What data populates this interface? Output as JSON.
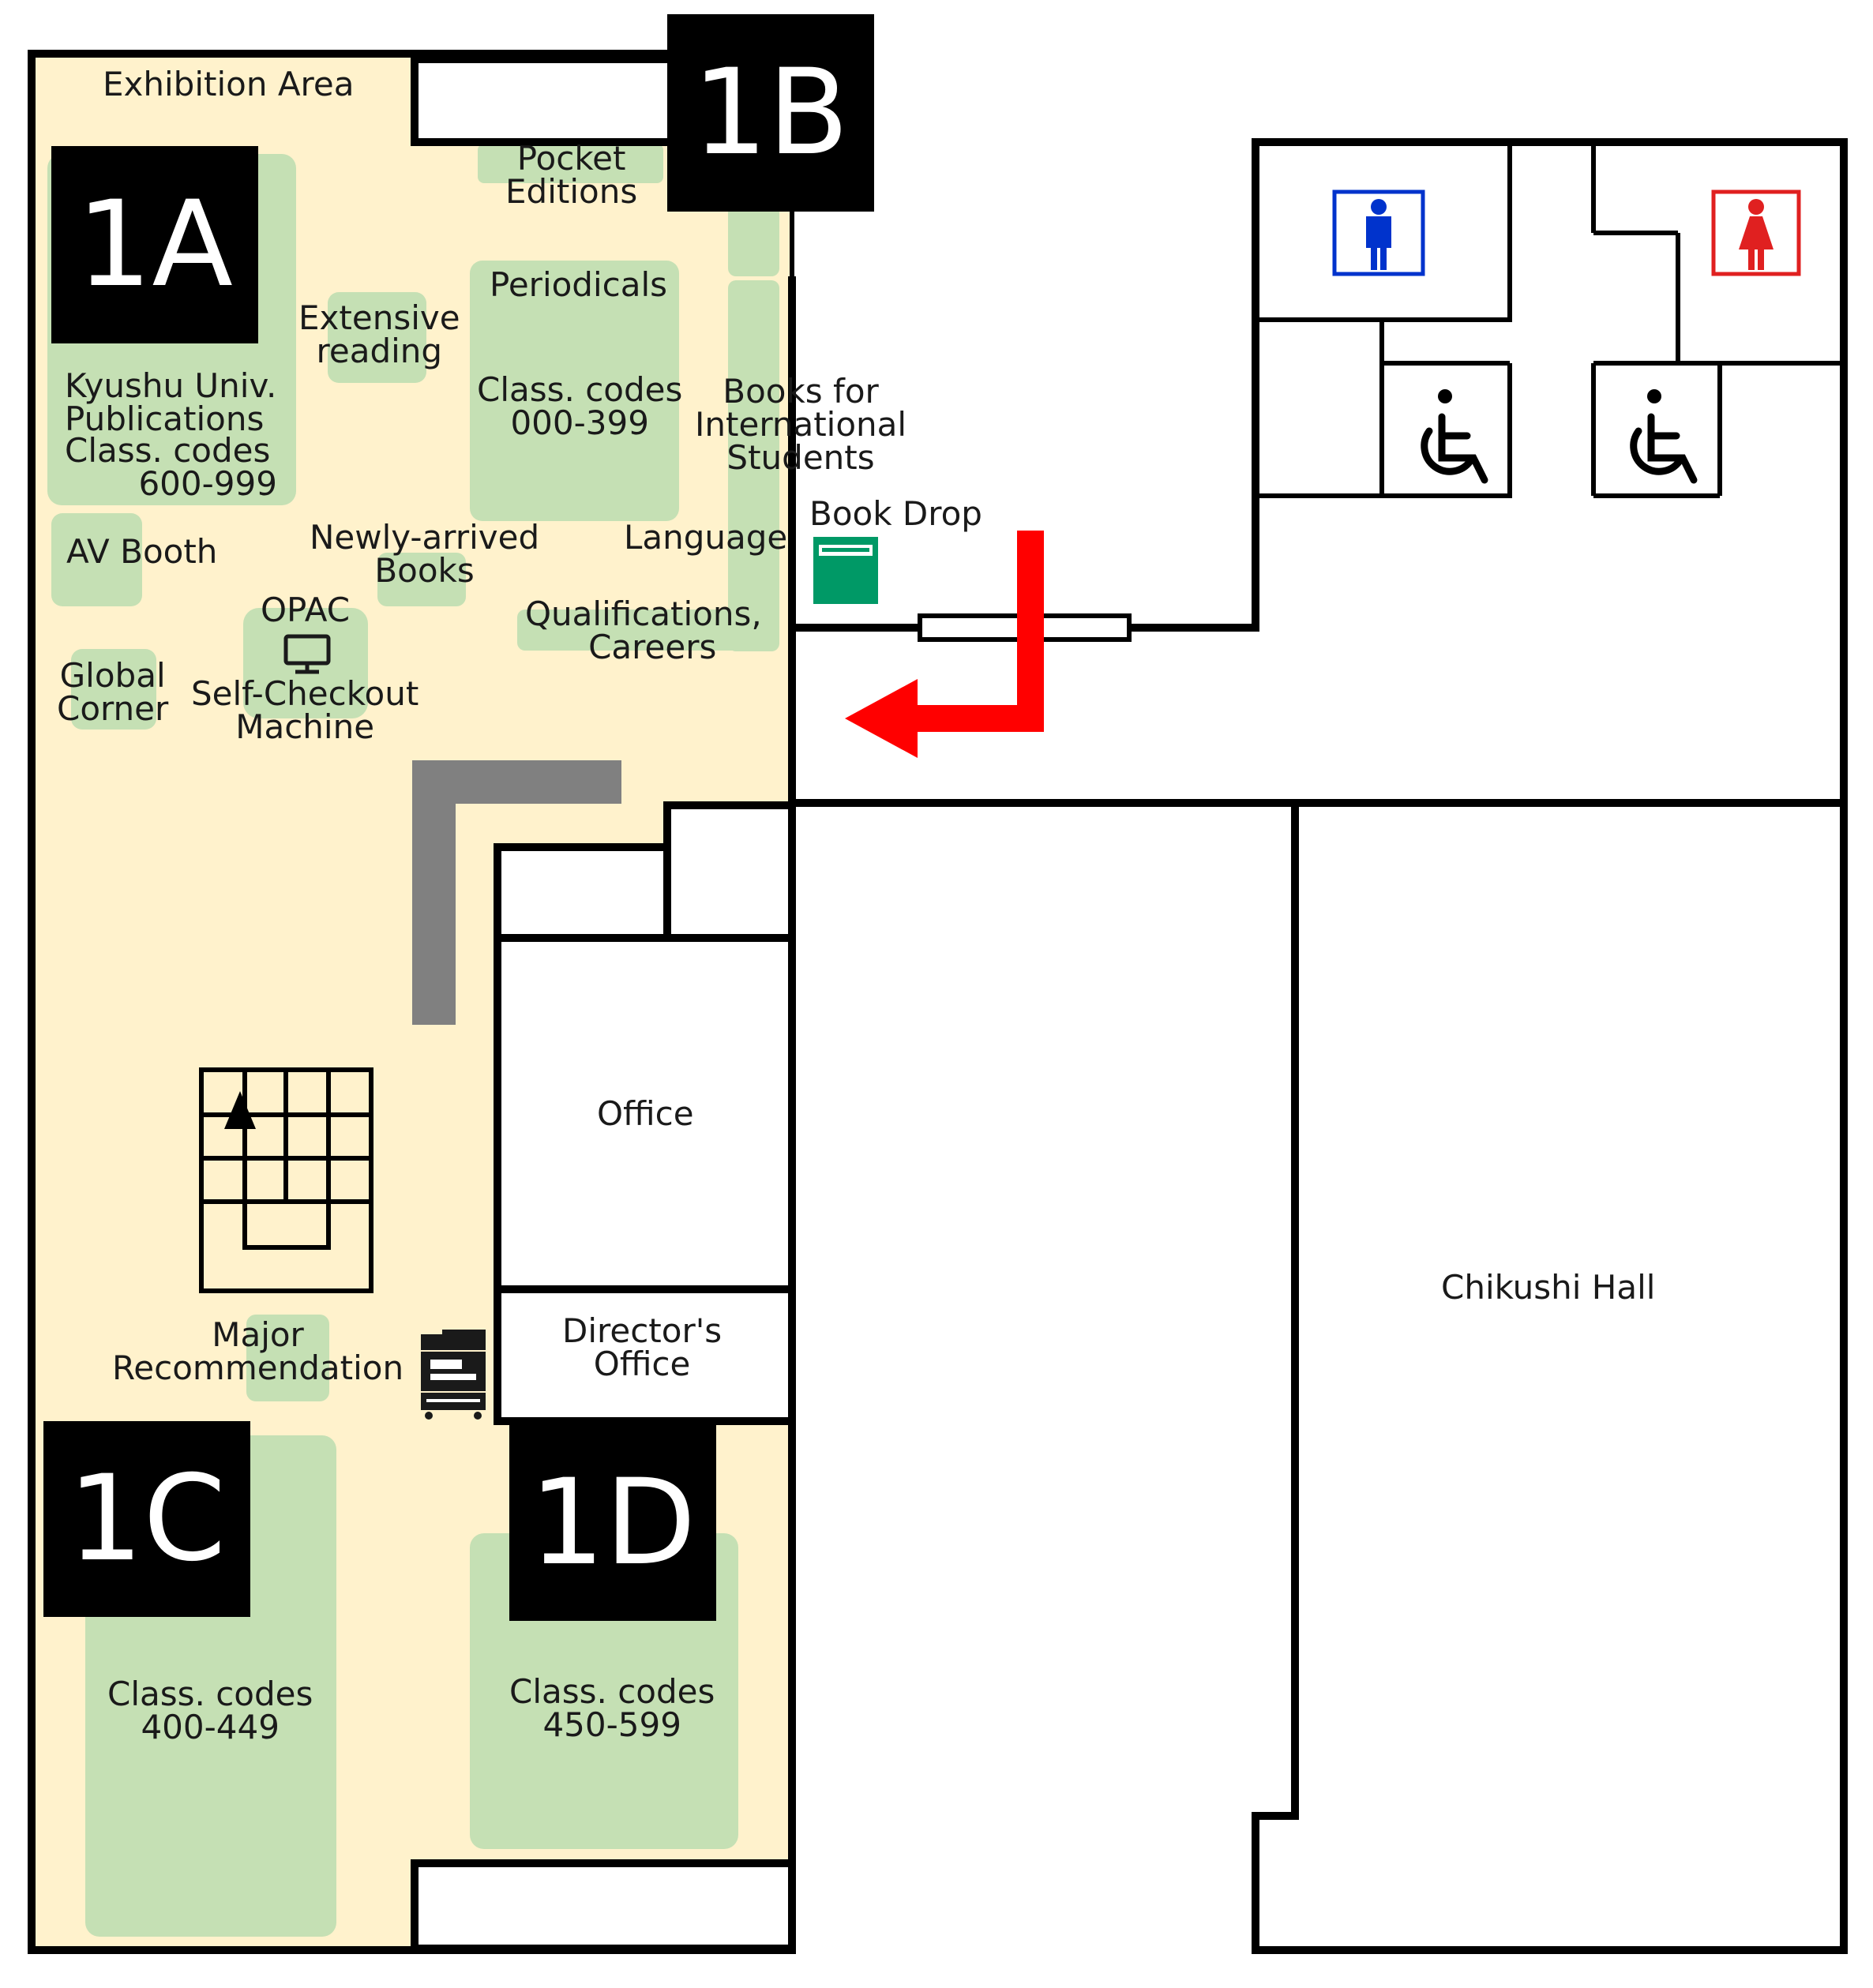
{
  "zones": {
    "zone_1a": "1A",
    "zone_1b": "1B",
    "zone_1c": "1C",
    "zone_1d": "1D"
  },
  "labels": {
    "exhibition_area": "Exhibition Area",
    "pocket_editions": "Pocket\nEditions",
    "extensive_reading": "Extensive\nreading",
    "periodicals": "Periodicals",
    "class_000_399": "Class. codes\n000-399",
    "kyushu_publications": "Kyushu Univ.\nPublications",
    "class_600_999": "Class. codes\n       600-999",
    "books_international": "Books for\nInternational\nStudents",
    "book_drop": "Book Drop",
    "av_booth": "AV Booth",
    "newly_arrived": "Newly-arrived\nBooks",
    "language": "Language",
    "opac": "OPAC",
    "qualifications_careers": "Qualifications,\n      Careers",
    "global_corner": "Global\nCorner",
    "self_checkout": "Self-Checkout\nMachine",
    "office": "Office",
    "directors_office": "Director's\nOffice",
    "major_recommendation": "Major\nRecommendation",
    "chikushi_hall": "Chikushi Hall",
    "class_400_449": "Class. codes\n400-449",
    "class_450_599": "Class. codes\n450-599"
  },
  "icons": {
    "male_restroom": "male-restroom-icon",
    "female_restroom": "female-restroom-icon",
    "accessible_1": "wheelchair-icon",
    "accessible_2": "wheelchair-icon",
    "monitor": "monitor-icon",
    "copier": "copier-icon",
    "book_drop_box": "book-drop-icon",
    "route_arrow": "route-arrow-icon",
    "stairs": "stairs-icon"
  },
  "colors": {
    "library_floor": "#fff2cc",
    "shelf_green": "#c5e0b4",
    "wall": "#000000",
    "route_red": "#ff0000",
    "male_blue": "#0033cc",
    "female_red": "#e02020",
    "book_drop_green": "#009966",
    "counter_gray": "#808080"
  }
}
